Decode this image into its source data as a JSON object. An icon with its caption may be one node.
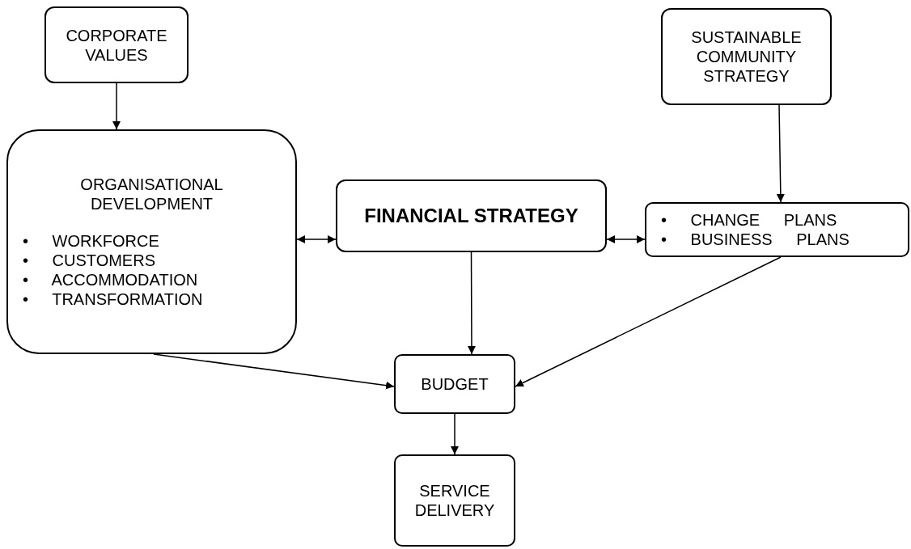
{
  "diagram": {
    "nodes": [
      {
        "text": [
          "CORPORATE VALUES"
        ]
      },
      {
        "text": [
          "ORGANISATIONAL DEVELOPMENT",
          "• WORKFORCE",
          "• CUSTOMERS",
          "• ACCOMMODATION",
          "• TRANSFORMATION"
        ]
      },
      {
        "text": [
          "FINANCIAL STRATEGY"
        ]
      },
      {
        "text": [
          "SUSTAINABLE COMMUNITY STRATEGY"
        ]
      },
      {
        "text": [
          "• CHANGE PLANS",
          "• BUSINESS PLANS"
        ]
      },
      {
        "text": [
          "BUDGET"
        ]
      },
      {
        "text": [
          "SERVICE DELIVERY"
        ]
      }
    ],
    "edges": [
      {
        "from": 0,
        "to": 1,
        "arrow": "to"
      },
      {
        "from": 1,
        "to": 2,
        "arrow": "both"
      },
      {
        "from": 2,
        "to": 4,
        "arrow": "both"
      },
      {
        "from": 3,
        "to": 4,
        "arrow": "to"
      },
      {
        "from": 2,
        "to": 5,
        "arrow": "to"
      },
      {
        "from": 1,
        "to": 5,
        "arrow": "to"
      },
      {
        "from": 4,
        "to": 5,
        "arrow": "to"
      },
      {
        "from": 5,
        "to": 6,
        "arrow": "to"
      }
    ]
  }
}
